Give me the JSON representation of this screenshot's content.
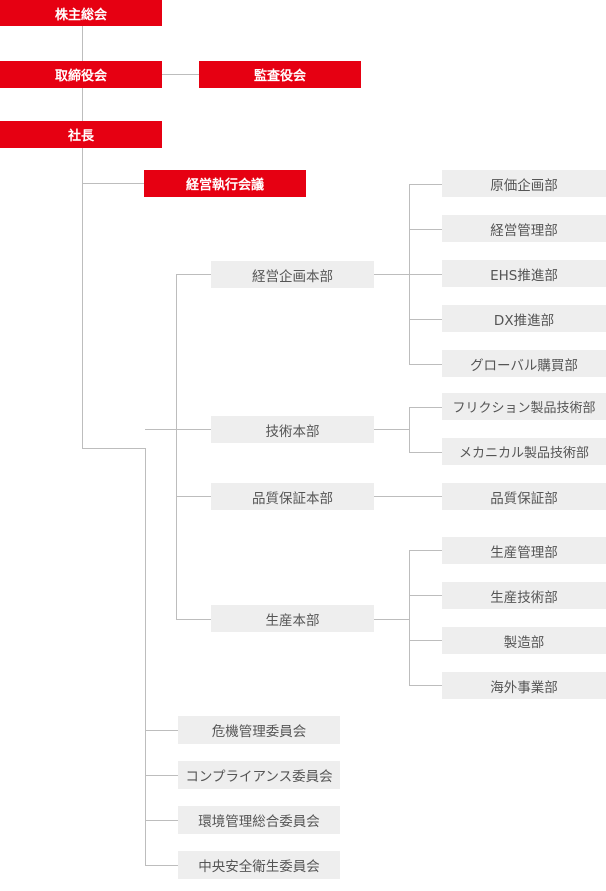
{
  "top": {
    "shareholders": "株主総会",
    "board": "取締役会",
    "auditors": "監査役会",
    "president": "社長",
    "exec_council": "経営執行会議"
  },
  "divisions": {
    "planning": "経営企画本部",
    "technology": "技術本部",
    "quality": "品質保証本部",
    "production": "生産本部"
  },
  "departments": {
    "planning": [
      "原価企画部",
      "経営管理部",
      "EHS推進部",
      "DX推進部",
      "グローバル購買部"
    ],
    "technology": [
      "フリクション製品技術部",
      "メカニカル製品技術部"
    ],
    "quality": [
      "品質保証部"
    ],
    "production": [
      "生産管理部",
      "生産技術部",
      "製造部",
      "海外事業部"
    ]
  },
  "committees": [
    "危機管理委員会",
    "コンプライアンス委員会",
    "環境管理総合委員会",
    "中央安全衛生委員会"
  ]
}
